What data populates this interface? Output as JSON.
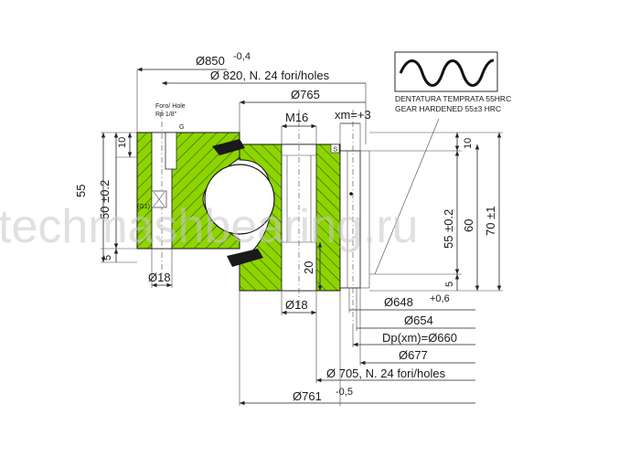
{
  "dims": {
    "d850": "Ø850",
    "d850_tol": "-0,4",
    "d820": "Ø 820,  N. 24 fori/holes",
    "d765": "Ø765",
    "m16": "M16",
    "xm": "xm=+3",
    "h55": "55",
    "h50": "50 ±0.2",
    "h10_left": "10",
    "h5_left": "5",
    "d18_left": "Ø18",
    "h20": "20",
    "d18_mid": "Ø18",
    "h10_right": "10",
    "h55_right": "55 ±0.2",
    "h60": "60",
    "h70": "70 ±1",
    "h5_right": "5",
    "d648": "Ø648",
    "d648_tol": "+0,6",
    "d654": "Ø654",
    "dp": "Dp(xm)=Ø660",
    "d677": "Ø677",
    "d705": "Ø 705,  N. 24 fori/holes",
    "d761": "Ø761",
    "d761_tol": "-0,5"
  },
  "notes": {
    "foro_line1": "Foro/ Hole",
    "foro_line2": "Rp 1/8\"",
    "g_mark": "G",
    "g1_mark": "(G1)",
    "s_mark": "S",
    "gear_it": "DENTATURA TEMPRATA 55HRC",
    "gear_en": "GEAR HARDENED 55±3 HRC"
  },
  "watermark": "techmashbearing.ru",
  "colors": {
    "section_fill": "#8ed400",
    "hatch": "#2c5a00",
    "line": "#222222"
  }
}
